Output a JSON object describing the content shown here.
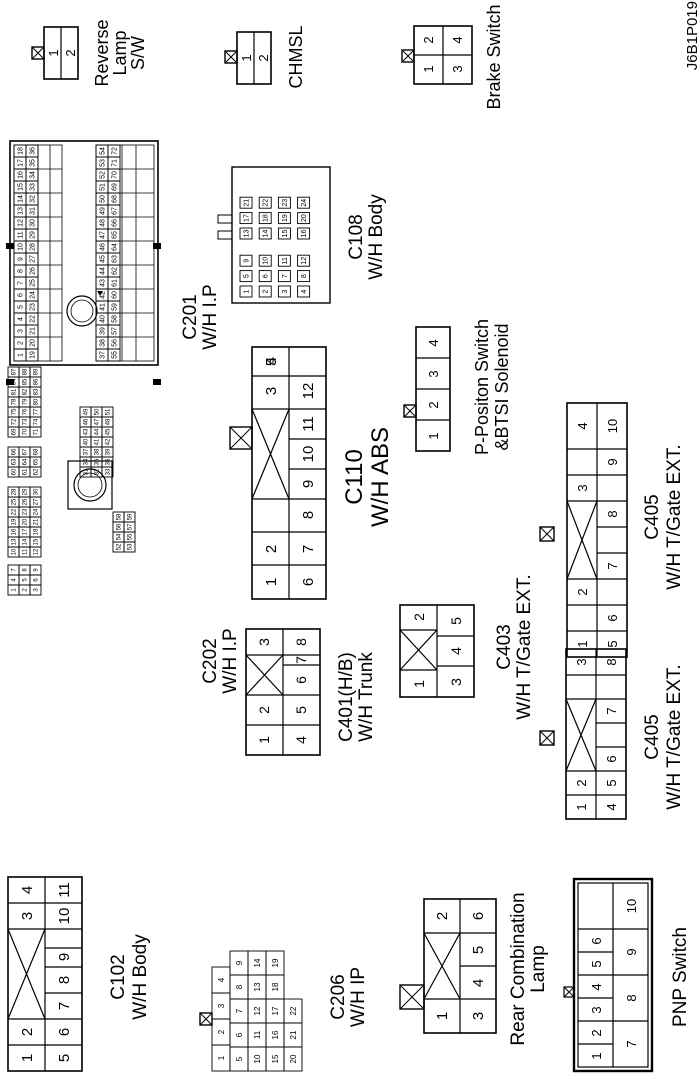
{
  "page_code": "J6B1P019",
  "connectors": [
    {
      "id": "reverse-lamp-sw",
      "lines": [
        "Reverse",
        "Lamp",
        "S/W"
      ],
      "pins": [
        "1",
        "2"
      ]
    },
    {
      "id": "chmsl",
      "lines": [
        "CHMSL"
      ],
      "pins": [
        "1",
        "2"
      ]
    },
    {
      "id": "brake-switch",
      "lines": [
        "Brake Switch"
      ],
      "pins": [
        "1",
        "2",
        "3",
        "4"
      ]
    },
    {
      "id": "c201",
      "lines": [
        "C201",
        "W/H I.P"
      ],
      "pins": [
        "1",
        "2",
        "3",
        "4",
        "5",
        "6",
        "7",
        "8",
        "9",
        "10",
        "11",
        "12",
        "13",
        "14",
        "15",
        "16",
        "17",
        "18",
        "19",
        "20",
        "21",
        "22",
        "23",
        "24",
        "25",
        "26",
        "27",
        "28",
        "29",
        "30",
        "31",
        "32",
        "33",
        "34",
        "35",
        "36",
        "37",
        "38",
        "39",
        "40",
        "41",
        "42",
        "43",
        "44",
        "45",
        "46",
        "47",
        "48",
        "49",
        "50",
        "51",
        "52",
        "53",
        "54",
        "55",
        "56",
        "57",
        "58",
        "59",
        "60",
        "61",
        "62",
        "63",
        "64",
        "65",
        "66",
        "67",
        "68",
        "69",
        "70",
        "71",
        "72",
        "73",
        "74",
        "75",
        "76"
      ]
    },
    {
      "id": "c108",
      "lines": [
        "C108",
        "W/H Body"
      ],
      "pins": [
        "1",
        "2",
        "3",
        "4",
        "5",
        "6",
        "7",
        "8",
        "9",
        "10",
        "11",
        "12",
        "13",
        "14",
        "15",
        "16",
        "17",
        "18",
        "19",
        "20",
        "21",
        "22",
        "23",
        "24"
      ]
    },
    {
      "id": "p-position-switch",
      "lines": [
        "P-Positon Switch",
        "&BTSI Solenoid"
      ],
      "pins": [
        "1",
        "2",
        "3",
        "4"
      ]
    },
    {
      "id": "c110",
      "lines": [
        "C110",
        "W/H ABS"
      ],
      "pins": [
        "1",
        "2",
        "3",
        "4",
        "5",
        "6",
        "7",
        "8",
        "9",
        "10",
        "11",
        "12"
      ]
    },
    {
      "id": "c405-upper",
      "lines": [
        "C405",
        "W/H T/Gate EXT."
      ],
      "pins": [
        "1",
        "2",
        "3",
        "4",
        "5",
        "6",
        "7",
        "8",
        "9",
        "10"
      ]
    },
    {
      "id": "c202",
      "lines": [
        "C202",
        "W/H I.P"
      ],
      "pins": [
        "1",
        "2",
        "3",
        "4",
        "5",
        "6",
        "7",
        "8",
        "9",
        "10",
        "11",
        "12",
        "13",
        "14",
        "15",
        "16",
        "17",
        "18",
        "19",
        "20",
        "21",
        "22",
        "23",
        "24",
        "25",
        "26",
        "27",
        "28",
        "29",
        "30",
        "31",
        "32",
        "33",
        "34",
        "35",
        "36",
        "37",
        "38",
        "39",
        "40",
        "41",
        "42",
        "43",
        "44",
        "45",
        "46",
        "47",
        "48",
        "49",
        "50",
        "51",
        "52",
        "53",
        "54",
        "55",
        "56",
        "57",
        "58",
        "59",
        "60",
        "61",
        "62",
        "63",
        "64",
        "65",
        "66",
        "67",
        "68",
        "69",
        "70",
        "71",
        "72",
        "73",
        "74",
        "75",
        "76",
        "77",
        "78",
        "79",
        "80",
        "81",
        "82",
        "83",
        "84",
        "85",
        "86",
        "87",
        "88",
        "89"
      ]
    },
    {
      "id": "c403",
      "lines": [
        "C403",
        "W/H T/Gate EXT."
      ],
      "pins": [
        "1",
        "2",
        "3",
        "4",
        "5",
        "6"
      ]
    },
    {
      "id": "c405-lower",
      "lines": [
        "C405",
        "W/H T/Gate EXT."
      ],
      "pins": [
        "1",
        "2",
        "3",
        "4",
        "5",
        "6",
        "7",
        "8"
      ]
    },
    {
      "id": "c401",
      "lines": [
        "C401(H/B)",
        "W/H Trunk"
      ],
      "pins": [
        "1",
        "2",
        "3",
        "4",
        "5",
        "6",
        "7",
        "8"
      ]
    },
    {
      "id": "c102",
      "lines": [
        "C102",
        "W/H Body"
      ],
      "pins": [
        "1",
        "2",
        "3",
        "4",
        "5",
        "6",
        "7",
        "8",
        "9",
        "10",
        "11"
      ]
    },
    {
      "id": "c206",
      "lines": [
        "C206",
        "W/H IP"
      ],
      "pins": [
        "1",
        "2",
        "3",
        "4",
        "5",
        "6",
        "7",
        "8",
        "9",
        "10",
        "11",
        "12",
        "13",
        "14",
        "15",
        "16",
        "17",
        "18",
        "19",
        "20",
        "21",
        "22"
      ]
    },
    {
      "id": "rear-combination-lamp",
      "lines": [
        "Rear Combination",
        "Lamp"
      ],
      "pins": [
        "1",
        "2",
        "3",
        "4",
        "5",
        "6"
      ]
    },
    {
      "id": "pnp-switch",
      "lines": [
        "PNP Switch"
      ],
      "pins": [
        "1",
        "2",
        "3",
        "4",
        "5",
        "6",
        "7",
        "8",
        "9",
        "10"
      ]
    }
  ]
}
